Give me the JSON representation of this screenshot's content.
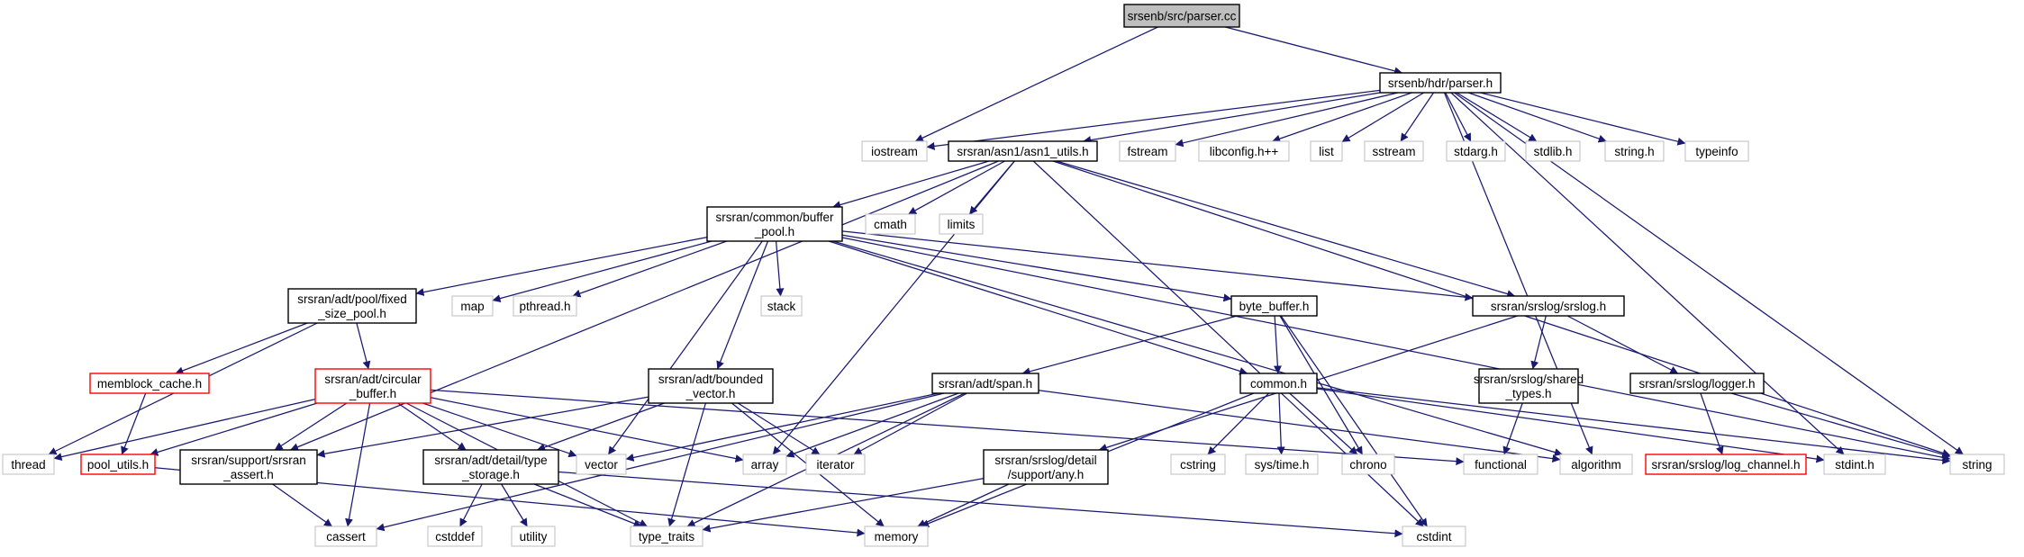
{
  "graph": {
    "edge_color": "#191970",
    "nodes": [
      {
        "id": "root",
        "style": "root",
        "lines": [
          "srsenb/src/parser.cc"
        ]
      },
      {
        "id": "parser_h",
        "style": "normal",
        "lines": [
          "srsenb/hdr/parser.h"
        ]
      },
      {
        "id": "iostream",
        "style": "sys",
        "lines": [
          "iostream"
        ]
      },
      {
        "id": "asn1_utils",
        "style": "normal",
        "lines": [
          "srsran/asn1/asn1_utils.h"
        ]
      },
      {
        "id": "fstream",
        "style": "sys",
        "lines": [
          "fstream"
        ]
      },
      {
        "id": "libconfig",
        "style": "sys",
        "lines": [
          "libconfig.h++"
        ]
      },
      {
        "id": "list",
        "style": "sys",
        "lines": [
          "list"
        ]
      },
      {
        "id": "sstream",
        "style": "sys",
        "lines": [
          "sstream"
        ]
      },
      {
        "id": "stdarg",
        "style": "sys",
        "lines": [
          "stdarg.h"
        ]
      },
      {
        "id": "stdlib",
        "style": "sys",
        "lines": [
          "stdlib.h"
        ]
      },
      {
        "id": "string_h",
        "style": "sys",
        "lines": [
          "string.h"
        ]
      },
      {
        "id": "typeinfo",
        "style": "sys",
        "lines": [
          "typeinfo"
        ]
      },
      {
        "id": "buffer_pool",
        "style": "normal",
        "lines": [
          "srsran/common/buffer",
          "_pool.h"
        ]
      },
      {
        "id": "cmath",
        "style": "sys",
        "lines": [
          "cmath"
        ]
      },
      {
        "id": "limits",
        "style": "sys",
        "lines": [
          "limits"
        ]
      },
      {
        "id": "fixed_pool",
        "style": "normal",
        "lines": [
          "srsran/adt/pool/fixed",
          "_size_pool.h"
        ]
      },
      {
        "id": "map",
        "style": "sys",
        "lines": [
          "map"
        ]
      },
      {
        "id": "pthread",
        "style": "sys",
        "lines": [
          "pthread.h"
        ]
      },
      {
        "id": "stack",
        "style": "sys",
        "lines": [
          "stack"
        ]
      },
      {
        "id": "byte_buffer",
        "style": "normal",
        "lines": [
          "byte_buffer.h"
        ]
      },
      {
        "id": "srslog",
        "style": "normal",
        "lines": [
          "srsran/srslog/srslog.h"
        ]
      },
      {
        "id": "memblock",
        "style": "red",
        "lines": [
          "memblock_cache.h"
        ]
      },
      {
        "id": "circular",
        "style": "red",
        "lines": [
          "srsran/adt/circular",
          "_buffer.h"
        ]
      },
      {
        "id": "bounded",
        "style": "normal",
        "lines": [
          "srsran/adt/bounded",
          "_vector.h"
        ]
      },
      {
        "id": "span",
        "style": "normal",
        "lines": [
          "srsran/adt/span.h"
        ]
      },
      {
        "id": "common_h",
        "style": "normal",
        "lines": [
          "common.h"
        ]
      },
      {
        "id": "shared_types",
        "style": "normal",
        "lines": [
          "srsran/srslog/shared",
          "_types.h"
        ]
      },
      {
        "id": "logger",
        "style": "normal",
        "lines": [
          "srsran/srslog/logger.h"
        ]
      },
      {
        "id": "thread",
        "style": "sys",
        "lines": [
          "thread"
        ]
      },
      {
        "id": "pool_utils",
        "style": "red",
        "lines": [
          "pool_utils.h"
        ]
      },
      {
        "id": "srsran_assert",
        "style": "normal",
        "lines": [
          "srsran/support/srsran",
          "_assert.h"
        ]
      },
      {
        "id": "type_storage",
        "style": "normal",
        "lines": [
          "srsran/adt/detail/type",
          "_storage.h"
        ]
      },
      {
        "id": "vector",
        "style": "sys",
        "lines": [
          "vector"
        ]
      },
      {
        "id": "array",
        "style": "sys",
        "lines": [
          "array"
        ]
      },
      {
        "id": "iterator",
        "style": "sys",
        "lines": [
          "iterator"
        ]
      },
      {
        "id": "detail_any",
        "style": "normal",
        "lines": [
          "srsran/srslog/detail",
          "/support/any.h"
        ]
      },
      {
        "id": "cstring",
        "style": "sys",
        "lines": [
          "cstring"
        ]
      },
      {
        "id": "systime",
        "style": "sys",
        "lines": [
          "sys/time.h"
        ]
      },
      {
        "id": "chrono",
        "style": "sys",
        "lines": [
          "chrono"
        ]
      },
      {
        "id": "functional",
        "style": "sys",
        "lines": [
          "functional"
        ]
      },
      {
        "id": "algorithm",
        "style": "sys",
        "lines": [
          "algorithm"
        ]
      },
      {
        "id": "log_channel",
        "style": "red",
        "lines": [
          "srsran/srslog/log_channel.h"
        ]
      },
      {
        "id": "stdint",
        "style": "sys",
        "lines": [
          "stdint.h"
        ]
      },
      {
        "id": "string",
        "style": "sys",
        "lines": [
          "string"
        ]
      },
      {
        "id": "cassert",
        "style": "sys",
        "lines": [
          "cassert"
        ]
      },
      {
        "id": "cstddef",
        "style": "sys",
        "lines": [
          "cstddef"
        ]
      },
      {
        "id": "utility",
        "style": "sys",
        "lines": [
          "utility"
        ]
      },
      {
        "id": "type_traits",
        "style": "sys",
        "lines": [
          "type_traits"
        ]
      },
      {
        "id": "memory",
        "style": "sys",
        "lines": [
          "memory"
        ]
      },
      {
        "id": "cstdint",
        "style": "sys",
        "lines": [
          "cstdint"
        ]
      }
    ],
    "edges": [
      [
        "root",
        "parser_h"
      ],
      [
        "root",
        "iostream"
      ],
      [
        "parser_h",
        "iostream"
      ],
      [
        "parser_h",
        "asn1_utils"
      ],
      [
        "parser_h",
        "fstream"
      ],
      [
        "parser_h",
        "libconfig"
      ],
      [
        "parser_h",
        "list"
      ],
      [
        "parser_h",
        "sstream"
      ],
      [
        "parser_h",
        "stdarg"
      ],
      [
        "parser_h",
        "stdlib"
      ],
      [
        "parser_h",
        "string_h"
      ],
      [
        "parser_h",
        "typeinfo"
      ],
      [
        "parser_h",
        "algorithm"
      ],
      [
        "parser_h",
        "stdint"
      ],
      [
        "parser_h",
        "string"
      ],
      [
        "asn1_utils",
        "buffer_pool"
      ],
      [
        "asn1_utils",
        "cmath"
      ],
      [
        "asn1_utils",
        "limits"
      ],
      [
        "asn1_utils",
        "srslog"
      ],
      [
        "asn1_utils",
        "srsran_assert"
      ],
      [
        "asn1_utils",
        "array"
      ],
      [
        "asn1_utils",
        "string"
      ],
      [
        "asn1_utils",
        "cstdint"
      ],
      [
        "buffer_pool",
        "fixed_pool"
      ],
      [
        "buffer_pool",
        "map"
      ],
      [
        "buffer_pool",
        "pthread"
      ],
      [
        "buffer_pool",
        "stack"
      ],
      [
        "buffer_pool",
        "byte_buffer"
      ],
      [
        "buffer_pool",
        "srslog"
      ],
      [
        "buffer_pool",
        "bounded"
      ],
      [
        "buffer_pool",
        "common_h"
      ],
      [
        "buffer_pool",
        "vector"
      ],
      [
        "buffer_pool",
        "algorithm"
      ],
      [
        "buffer_pool",
        "string"
      ],
      [
        "fixed_pool",
        "memblock"
      ],
      [
        "fixed_pool",
        "circular"
      ],
      [
        "fixed_pool",
        "thread"
      ],
      [
        "memblock",
        "pool_utils"
      ],
      [
        "circular",
        "thread"
      ],
      [
        "circular",
        "pool_utils"
      ],
      [
        "circular",
        "srsran_assert"
      ],
      [
        "circular",
        "type_storage"
      ],
      [
        "circular",
        "vector"
      ],
      [
        "circular",
        "array"
      ],
      [
        "circular",
        "cassert"
      ],
      [
        "circular",
        "type_traits"
      ],
      [
        "circular",
        "functional"
      ],
      [
        "pool_utils",
        "memory"
      ],
      [
        "srsran_assert",
        "cassert"
      ],
      [
        "bounded",
        "srsran_assert"
      ],
      [
        "bounded",
        "type_storage"
      ],
      [
        "bounded",
        "iterator"
      ],
      [
        "bounded",
        "type_traits"
      ],
      [
        "bounded",
        "memory"
      ],
      [
        "type_storage",
        "cstddef"
      ],
      [
        "type_storage",
        "utility"
      ],
      [
        "type_storage",
        "type_traits"
      ],
      [
        "type_storage",
        "cstdint"
      ],
      [
        "byte_buffer",
        "span"
      ],
      [
        "byte_buffer",
        "common_h"
      ],
      [
        "byte_buffer",
        "chrono"
      ],
      [
        "byte_buffer",
        "cstdint"
      ],
      [
        "span",
        "vector"
      ],
      [
        "span",
        "array"
      ],
      [
        "span",
        "iterator"
      ],
      [
        "span",
        "algorithm"
      ],
      [
        "span",
        "type_traits"
      ],
      [
        "span",
        "cassert"
      ],
      [
        "common_h",
        "cstring"
      ],
      [
        "common_h",
        "systime"
      ],
      [
        "common_h",
        "chrono"
      ],
      [
        "common_h",
        "memory"
      ],
      [
        "common_h",
        "stdint"
      ],
      [
        "common_h",
        "string"
      ],
      [
        "srslog",
        "shared_types"
      ],
      [
        "srslog",
        "logger"
      ],
      [
        "srslog",
        "detail_any"
      ],
      [
        "shared_types",
        "functional"
      ],
      [
        "logger",
        "log_channel"
      ],
      [
        "logger",
        "string"
      ],
      [
        "detail_any",
        "type_traits"
      ],
      [
        "detail_any",
        "memory"
      ]
    ]
  }
}
